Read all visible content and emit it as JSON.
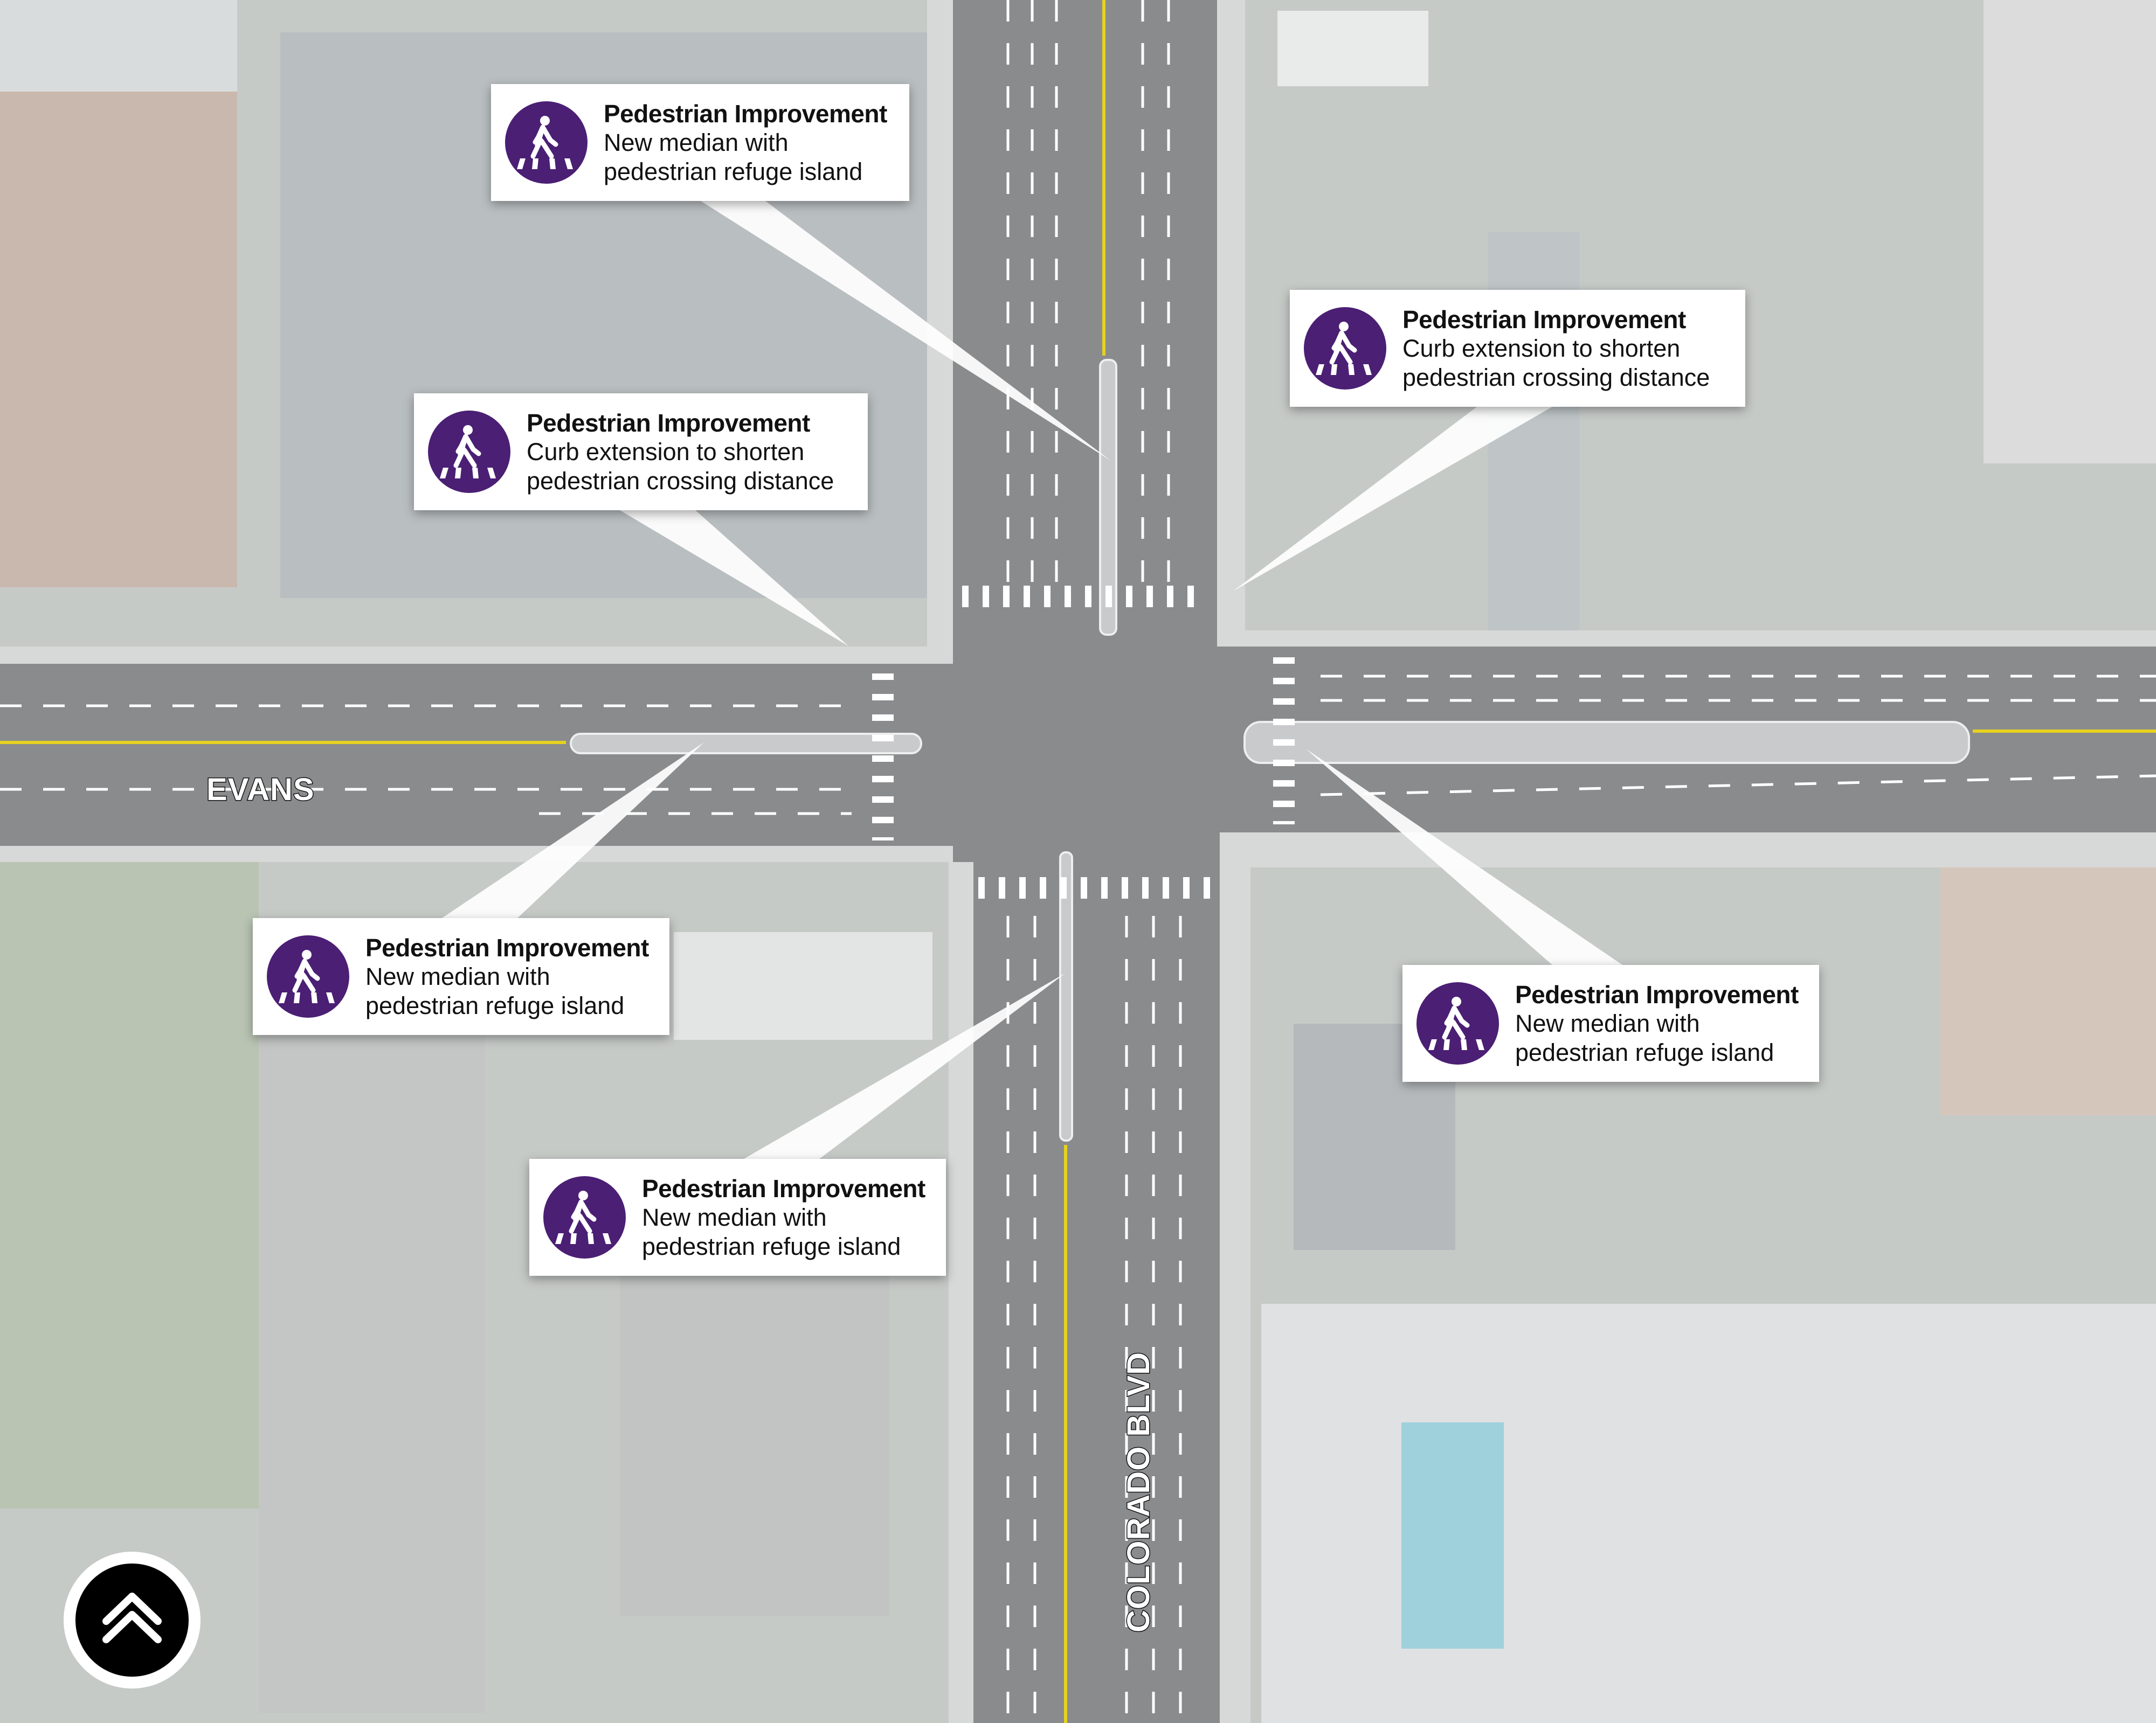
{
  "map": {
    "streets": {
      "east_west": "EVANS",
      "north_south": "COLORADO BLVD"
    },
    "colors": {
      "accent": "#4b1f74",
      "road": "#8a8b8d",
      "median": "#c9cacc",
      "center_line": "#e6d21e"
    }
  },
  "callouts": [
    {
      "title": "Pedestrian Improvement",
      "line1": "New median with",
      "line2": "pedestrian refuge island",
      "icon": "pedestrian-crosswalk-icon"
    },
    {
      "title": "Pedestrian Improvement",
      "line1": "Curb extension to shorten",
      "line2": "pedestrian crossing distance",
      "icon": "pedestrian-crosswalk-icon"
    },
    {
      "title": "Pedestrian Improvement",
      "line1": "Curb extension to shorten",
      "line2": "pedestrian crossing distance",
      "icon": "pedestrian-crosswalk-icon"
    },
    {
      "title": "Pedestrian Improvement",
      "line1": "New median with",
      "line2": "pedestrian refuge island",
      "icon": "pedestrian-crosswalk-icon"
    },
    {
      "title": "Pedestrian Improvement",
      "line1": "New median with",
      "line2": "pedestrian refuge island",
      "icon": "pedestrian-crosswalk-icon"
    },
    {
      "title": "Pedestrian Improvement",
      "line1": "New median with",
      "line2": "pedestrian refuge island",
      "icon": "pedestrian-crosswalk-icon"
    }
  ],
  "controls": {
    "north_button_icon": "double-chevron-up-icon"
  }
}
